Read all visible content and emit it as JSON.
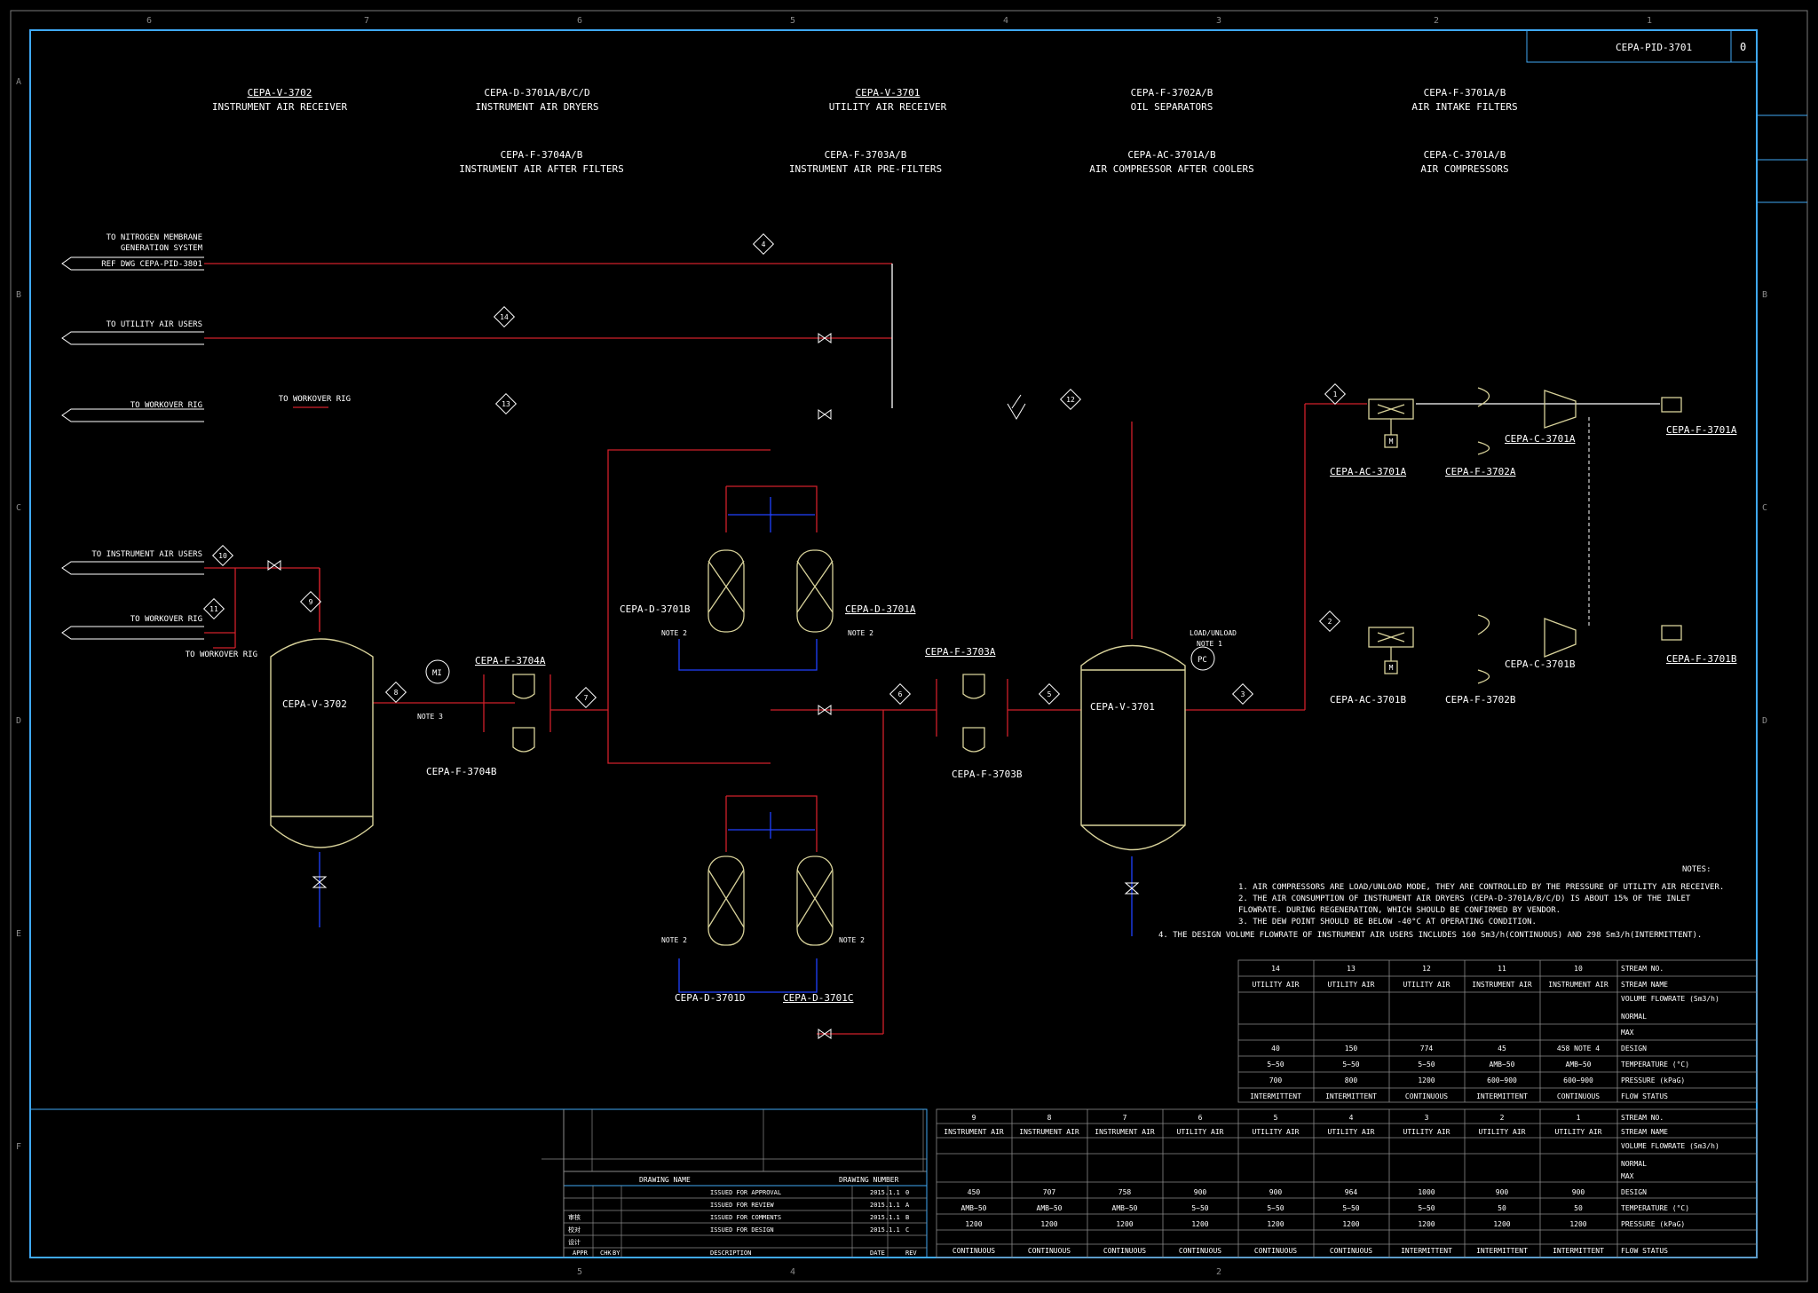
{
  "colors": {
    "background": "#000000",
    "border": "#3fa9f5",
    "process_line": "#d0202a",
    "drain_line": "#2040ff",
    "equipment": "#d8d29a",
    "text": "#ffffff",
    "table_line": "#8a8a8a"
  },
  "drawing_number": "CEPA-PID-3701",
  "header_equipment": [
    {
      "tag": "CEPA-V-3702",
      "desc": "INSTRUMENT AIR RECEIVER"
    },
    {
      "tag": "CEPA-D-3701A/B/C/D",
      "desc": "INSTRUMENT AIR DRYERS"
    },
    {
      "tag": "CEPA-V-3701",
      "desc": "UTILITY AIR RECEIVER"
    },
    {
      "tag": "CEPA-F-3702A/B",
      "desc": "OIL SEPARATORS"
    },
    {
      "tag": "CEPA-F-3701A/B",
      "desc": "AIR INTAKE FILTERS"
    },
    {
      "tag": "CEPA-F-3704A/B",
      "desc": "INSTRUMENT AIR AFTER FILTERS"
    },
    {
      "tag": "CEPA-F-3703A/B",
      "desc": "INSTRUMENT AIR PRE-FILTERS"
    },
    {
      "tag": "CEPA-AC-3701A/B",
      "desc": "AIR COMPRESSOR AFTER COOLERS"
    },
    {
      "tag": "CEPA-C-3701A/B",
      "desc": "AIR COMPRESSORS"
    }
  ],
  "offpage": {
    "nitrogen_line1": "TO NITROGEN MEMBRANE",
    "nitrogen_line2": "GENERATION SYSTEM",
    "nitrogen_ref": "REF DWG CEPA-PID-3801",
    "utility_users": "TO UTILITY AIR USERS",
    "workover_rig": "TO WORKOVER RIG",
    "workover_rig_conn": "TO WORKOVER RIG",
    "instrument_users": "TO INSTRUMENT AIR USERS",
    "workover_rig2": "TO WORKOVER RIG",
    "workover_rig2_conn": "TO WORKOVER RIG"
  },
  "equipment_labels": {
    "v3702": "CEPA-V-3702",
    "v3701": "CEPA-V-3701",
    "f3704a": "CEPA-F-3704A",
    "f3704b": "CEPA-F-3704B",
    "f3703a": "CEPA-F-3703A",
    "f3703b": "CEPA-F-3703B",
    "d3701a": "CEPA-D-3701A",
    "d3701b": "CEPA-D-3701B",
    "d3701c": "CEPA-D-3701C",
    "d3701d": "CEPA-D-3701D",
    "ac3701a": "CEPA-AC-3701A",
    "ac3701b": "CEPA-AC-3701B",
    "f3702a": "CEPA-F-3702A",
    "f3702b": "CEPA-F-3702B",
    "c3701a": "CEPA-C-3701A",
    "c3701b": "CEPA-C-3701B",
    "f3701a": "CEPA-F-3701A",
    "f3701b": "CEPA-F-3701B",
    "note2": "NOTE 2",
    "note3": "NOTE 3",
    "load_unload": "LOAD/UNLOAD",
    "note1": "NOTE 1",
    "mi": "MI",
    "pc": "PC",
    "m": "M"
  },
  "stream_tags": [
    "1",
    "2",
    "3",
    "4",
    "5",
    "6",
    "7",
    "8",
    "9",
    "10",
    "11",
    "12",
    "13",
    "14"
  ],
  "notes_title": "NOTES:",
  "notes": [
    "1. AIR COMPRESSORS ARE LOAD/UNLOAD MODE, THEY ARE CONTROLLED BY THE PRESSURE OF UTILITY AIR RECEIVER.",
    "2. THE AIR CONSUMPTION OF INSTRUMENT AIR DRYERS (CEPA-D-3701A/B/C/D) IS ABOUT 15% OF THE INLET",
    "   FLOWRATE. DURING REGENERATION, WHICH SHOULD BE CONFIRMED BY VENDOR.",
    "3. THE DEW POINT SHOULD BE BELOW -40°C AT OPERATING CONDITION.",
    "4. THE DESIGN VOLUME FLOWRATE OF INSTRUMENT AIR USERS INCLUDES 160 Sm3/h(CONTINUOUS) AND 298 Sm3/h(INTERMITTENT)."
  ],
  "table_row_labels": [
    "STREAM NO.",
    "STREAM NAME",
    "VOLUME FLOWRATE (Sm3/h)",
    "NORMAL",
    "MAX",
    "DESIGN",
    "TEMPERATURE (°C)",
    "PRESSURE (kPaG)",
    "FLOW STATUS"
  ],
  "table_upper": {
    "streams": [
      "14",
      "13",
      "12",
      "11",
      "10"
    ],
    "names": [
      "UTILITY AIR",
      "UTILITY AIR",
      "UTILITY AIR",
      "INSTRUMENT AIR",
      "INSTRUMENT AIR"
    ],
    "normal": [
      "",
      "",
      "",
      "",
      ""
    ],
    "max": [
      "",
      "",
      "",
      "",
      ""
    ],
    "design": [
      "40",
      "150",
      "774",
      "45",
      "458 NOTE 4"
    ],
    "temp": [
      "5~50",
      "5~50",
      "5~50",
      "AMB~50",
      "AMB~50"
    ],
    "pressure": [
      "700",
      "800",
      "1200",
      "600~900",
      "600~900"
    ],
    "status": [
      "INTERMITTENT",
      "INTERMITTENT",
      "CONTINUOUS",
      "INTERMITTENT",
      "CONTINUOUS"
    ]
  },
  "table_lower": {
    "streams": [
      "9",
      "8",
      "7",
      "6",
      "5",
      "4",
      "3",
      "2",
      "1"
    ],
    "names": [
      "INSTRUMENT AIR",
      "INSTRUMENT AIR",
      "INSTRUMENT AIR",
      "UTILITY AIR",
      "UTILITY AIR",
      "UTILITY AIR",
      "UTILITY AIR",
      "UTILITY AIR",
      "UTILITY AIR"
    ],
    "design": [
      "450",
      "707",
      "758",
      "900",
      "900",
      "964",
      "1000",
      "900",
      "900"
    ],
    "temp": [
      "AMB~50",
      "AMB~50",
      "AMB~50",
      "5~50",
      "5~50",
      "5~50",
      "5~50",
      "50",
      "50"
    ],
    "pressure": [
      "1200",
      "1200",
      "1200",
      "1200",
      "1200",
      "1200",
      "1200",
      "1200",
      "1200"
    ],
    "status": [
      "CONTINUOUS",
      "CONTINUOUS",
      "CONTINUOUS",
      "CONTINUOUS",
      "CONTINUOUS",
      "CONTINUOUS",
      "INTERMITTENT",
      "INTERMITTENT",
      "INTERMITTENT"
    ]
  },
  "title_block": {
    "drawing_number_label": "DRAWING NUMBER",
    "drawing_name_label": "DRAWING NAME",
    "revision_header": [
      "REV",
      "DATE",
      "DESCRIPTION",
      "BY",
      "CHK",
      "APPR"
    ],
    "revisions": [
      [
        "0",
        "2015.1.1",
        "ISSUED FOR APPROVAL",
        "",
        "",
        ""
      ],
      [
        "A",
        "2015.1.1",
        "ISSUED FOR REVIEW",
        "",
        "",
        ""
      ],
      [
        "B",
        "2015.1.1",
        "ISSUED FOR COMMENTS",
        "",
        "",
        ""
      ],
      [
        "C",
        "2015.1.1",
        "ISSUED FOR DESIGN",
        "",
        "",
        ""
      ]
    ],
    "cn_marks": [
      "审核",
      "校对",
      "设计"
    ]
  }
}
